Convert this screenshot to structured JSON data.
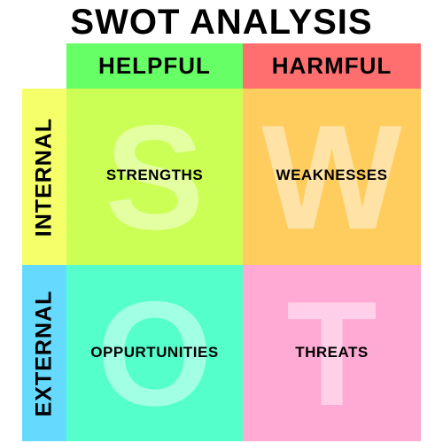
{
  "title": "SWOT ANALYSIS",
  "columns": {
    "helpful": {
      "label": "HELPFUL",
      "color": "#66ff66"
    },
    "harmful": {
      "label": "HARMFUL",
      "color": "#ff6f6f"
    }
  },
  "rows": {
    "internal": {
      "label": "INTERNAL",
      "color": "#f4ff6a"
    },
    "external": {
      "label": "EXTERNAL",
      "color": "#66d9ff"
    }
  },
  "quadrants": {
    "strengths": {
      "label": "STRENGTHS",
      "letter": "S",
      "color": "#ccff55"
    },
    "weaknesses": {
      "label": "WEAKNESSES",
      "letter": "W",
      "color": "#ffcc5e"
    },
    "opportunities": {
      "label": "OPPURTUNITIES",
      "letter": "O",
      "color": "#55ffcc"
    },
    "threats": {
      "label": "THREATS",
      "letter": "T",
      "color": "#ffaad4"
    }
  }
}
